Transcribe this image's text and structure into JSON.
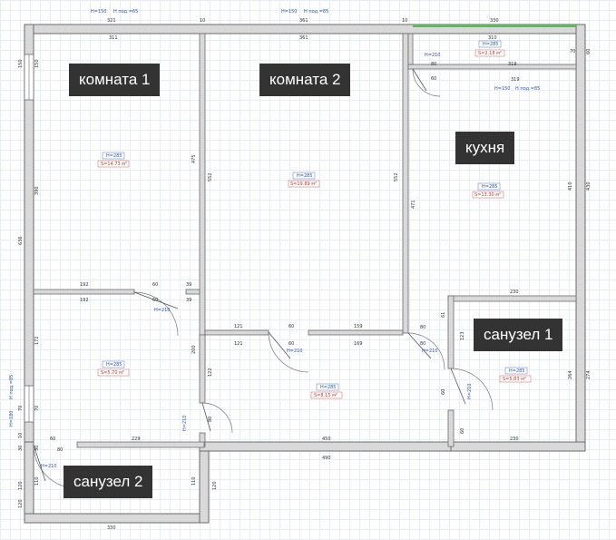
{
  "rooms": [
    {
      "label": "комната 1",
      "h": "H=285",
      "s": "S=14.73 м²"
    },
    {
      "label": "комната 2",
      "h": "H=285",
      "s": "S=19.89 м²"
    },
    {
      "label": "кухня",
      "h": "H=285",
      "s": "S=13.30 м²"
    },
    {
      "label": "санузел 1",
      "h": "H=285",
      "s": "S=5.83 м²"
    },
    {
      "label": "санузел 2",
      "h": "",
      "s": ""
    },
    {
      "label": "",
      "h": "H=285",
      "s": "S=5.70 м²"
    },
    {
      "label": "",
      "h": "H=285",
      "s": "S=8.15 м²"
    },
    {
      "label": "",
      "h": "H=285",
      "s": "S=2.18 м²"
    }
  ],
  "top_dims": [
    "321",
    "10",
    "361",
    "10",
    "330"
  ],
  "top_notes": [
    "H=150",
    "H под.=65",
    "H=150",
    "H под.=85"
  ],
  "inner_top_dims": [
    "311",
    "361",
    "310",
    "319",
    "319",
    "70",
    "H=210",
    "H=150",
    "H под.=85"
  ],
  "left_dims": [
    "150",
    "150",
    "120",
    "636",
    "390",
    "172",
    "70",
    "70",
    "10",
    "30",
    "H=180",
    "H под.=85"
  ],
  "right_dims": [
    "60",
    "410",
    "430",
    "274",
    "264"
  ],
  "mid_dims": [
    "192",
    "60",
    "39",
    "192",
    "60",
    "39",
    "H=210",
    "475",
    "552",
    "552",
    "471",
    "80",
    "60",
    "200",
    "122",
    "121",
    "60",
    "159",
    "121",
    "60",
    "169",
    "H=210",
    "H=210",
    "230",
    "61",
    "80",
    "123",
    "80",
    "60",
    "H=210",
    "60",
    "229",
    "450",
    "230",
    "60",
    "H=210",
    "H=210",
    "80",
    "30",
    "80",
    "110",
    "110"
  ],
  "bottom_dims": [
    "490",
    "330",
    "120",
    "120"
  ],
  "colors": {
    "wall": "#d9d9d9",
    "label_bg": "#333333",
    "h_text": "#2855b8",
    "s_text": "#c0392b"
  }
}
